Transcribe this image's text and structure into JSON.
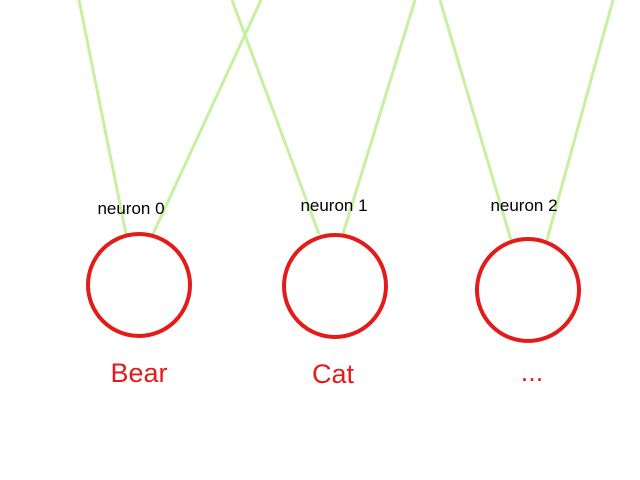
{
  "colors": {
    "connection": "#c6f1a0",
    "neuron": "#e31b1b",
    "label": "#000000",
    "class_label": "#e31b1b"
  },
  "neurons": [
    {
      "label": "neuron 0",
      "class": "Bear"
    },
    {
      "label": "neuron 1",
      "class": "Cat"
    },
    {
      "label": "neuron 2",
      "class": "..."
    }
  ]
}
